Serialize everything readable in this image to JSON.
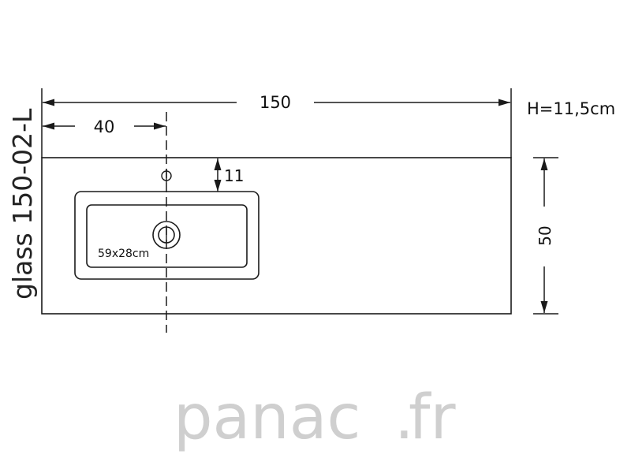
{
  "model_label": "glass 150-02-L",
  "dimensions": {
    "total_width": "150",
    "height_note": "H=11,5cm",
    "tap_offset": "40",
    "tap_from_back": "11",
    "depth": "50",
    "basin_size": "59x28cm"
  },
  "watermark": {
    "text": "panac",
    "dot": ".",
    "tld": "fr"
  },
  "colors": {
    "line": "#1a1a1a",
    "watermark": "#cfcfcf"
  }
}
